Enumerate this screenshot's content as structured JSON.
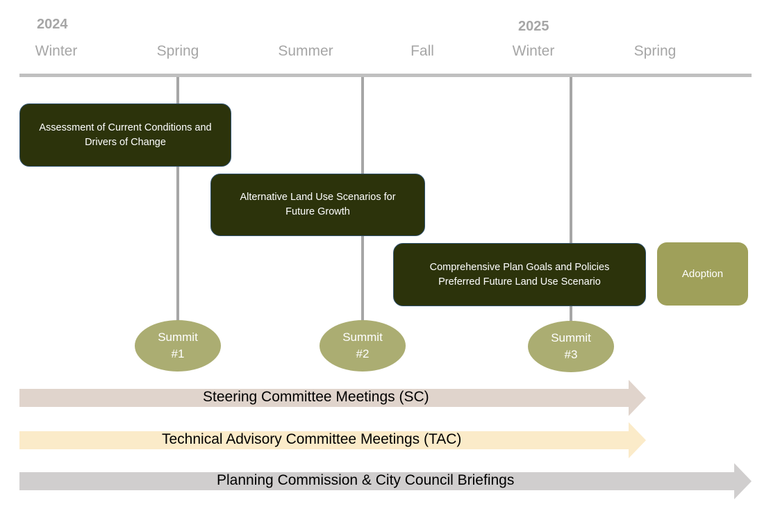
{
  "years": [
    "2024",
    "2025"
  ],
  "seasons": [
    "Winter",
    "Spring",
    "Summer",
    "Fall",
    "Winter",
    "Spring"
  ],
  "phases": [
    {
      "line1": "Assessment of Current Conditions and",
      "line2": "Drivers of Change"
    },
    {
      "line1": "Alternative Land Use Scenarios for",
      "line2": "Future Growth"
    },
    {
      "line1": "Comprehensive Plan Goals and Policies",
      "line2": "Preferred Future Land Use Scenario"
    }
  ],
  "adoption": "Adoption",
  "summits": [
    {
      "l1": "Summit",
      "l2": "#1"
    },
    {
      "l1": "Summit",
      "l2": "#2"
    },
    {
      "l1": "Summit",
      "l2": "#3"
    }
  ],
  "arrows": [
    "Steering Committee Meetings (SC)",
    "Technical Advisory Committee Meetings (TAC)",
    "Planning Commission & City Council Briefings"
  ],
  "colors": {
    "phase": "#2c330b",
    "adoption": "#9fa05a",
    "summit": "#abad72",
    "sc": "#e0d4cc",
    "tac": "#fbebc9",
    "pc": "#d0cece",
    "axis": "#c0c0c0"
  }
}
